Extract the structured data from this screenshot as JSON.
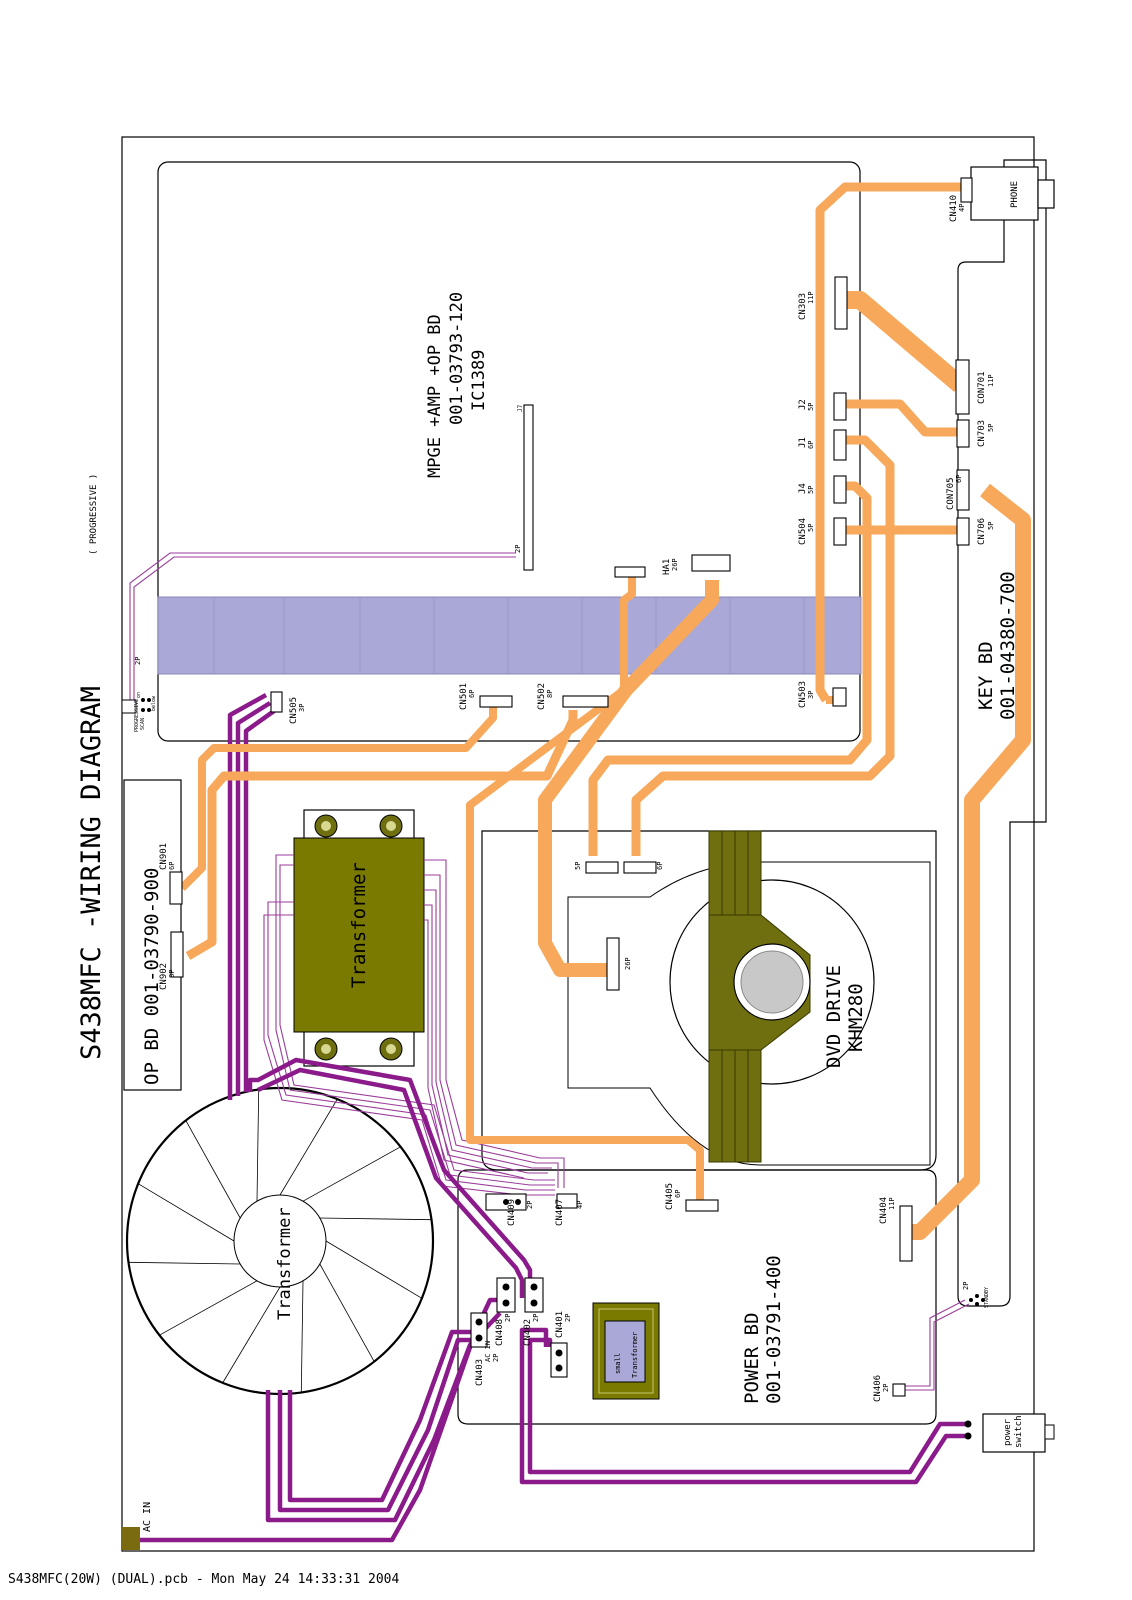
{
  "title": "S438MFC -WIRING DIAGRAM",
  "mode_note": "( PROGRESSIVE )",
  "footer": "S438MFC(20W) (DUAL).pcb - Mon May 24 14:33:31 2004",
  "colors": {
    "ribbon": "#f7a85a",
    "power_wire": "#8b1a8b",
    "thin_wire": "#9b3d9b",
    "lcd_strip": "#a9a8d6",
    "transformer_core": "#7a7a00",
    "pickup": "#6f6f10",
    "ac_in_pad": "#7a6a10"
  },
  "boards": {
    "mpge": [
      "MPGE +AMP +OP BD",
      "001-03793-120",
      "IC1389"
    ],
    "op": [
      "OP BD  001-03790-900"
    ],
    "key": [
      "KEY BD",
      "001-04380-700"
    ],
    "power": [
      "POWER BD",
      "001-03791-400"
    ],
    "dvd": [
      "DVD DRIVE",
      "KHM280"
    ]
  },
  "parts": {
    "transformer_top": "Transformer",
    "transformer_toroid": "Transformer",
    "small_transformer_a": "small",
    "small_transformer_b": "Transformer",
    "phone": "PHONE",
    "power_switch": [
      "power",
      "switch"
    ],
    "ac_in": "AC IN",
    "progressive_switch": [
      "PROGRESSIVE",
      "SCAN"
    ],
    "switch_pos": [
      "on",
      "below"
    ],
    "standby": "STANDBY"
  },
  "connectors": {
    "cn410": [
      "CN410",
      "4P"
    ],
    "cn303": [
      "CN303",
      "11P"
    ],
    "con701": [
      "CON701",
      "11P"
    ],
    "j2": [
      "J2",
      "5P"
    ],
    "j1": [
      "J1",
      "6P"
    ],
    "j4": [
      "J4",
      "5P"
    ],
    "cn504": [
      "CN504",
      "5P"
    ],
    "cn703": [
      "CN703",
      "5P"
    ],
    "con705": [
      "CON705",
      "6P"
    ],
    "cn706": [
      "CN706",
      "5P"
    ],
    "j7": "J7",
    "j7_pins": "2P",
    "ha1": [
      "HA1",
      "26P"
    ],
    "cn503": [
      "CN503",
      "3P"
    ],
    "cn501": [
      "CN501",
      "6P"
    ],
    "cn502": [
      "CN502",
      "8P"
    ],
    "cn505": [
      "CN505",
      "3P"
    ],
    "sw_2p": "2P",
    "cn901": [
      "CN901",
      "6P"
    ],
    "cn902": [
      "CN902",
      "8P"
    ],
    "dvd_5p": "5P",
    "dvd_6p": "6P",
    "dvd_26p": "26P",
    "cn405": [
      "CN405",
      "6P"
    ],
    "cn404": [
      "CN404",
      "11P"
    ],
    "cn409": [
      "CN409",
      "2P"
    ],
    "cn407": [
      "CN407",
      "4P"
    ],
    "cn408": [
      "CN408",
      "2P"
    ],
    "cn402": [
      "CN402",
      "2P"
    ],
    "cn401": [
      "CN401",
      "2P"
    ],
    "cn403": [
      "CN403",
      "AC IN",
      "2P"
    ],
    "cn406": [
      "CN406",
      "2P"
    ],
    "standby_2p": "2P"
  }
}
